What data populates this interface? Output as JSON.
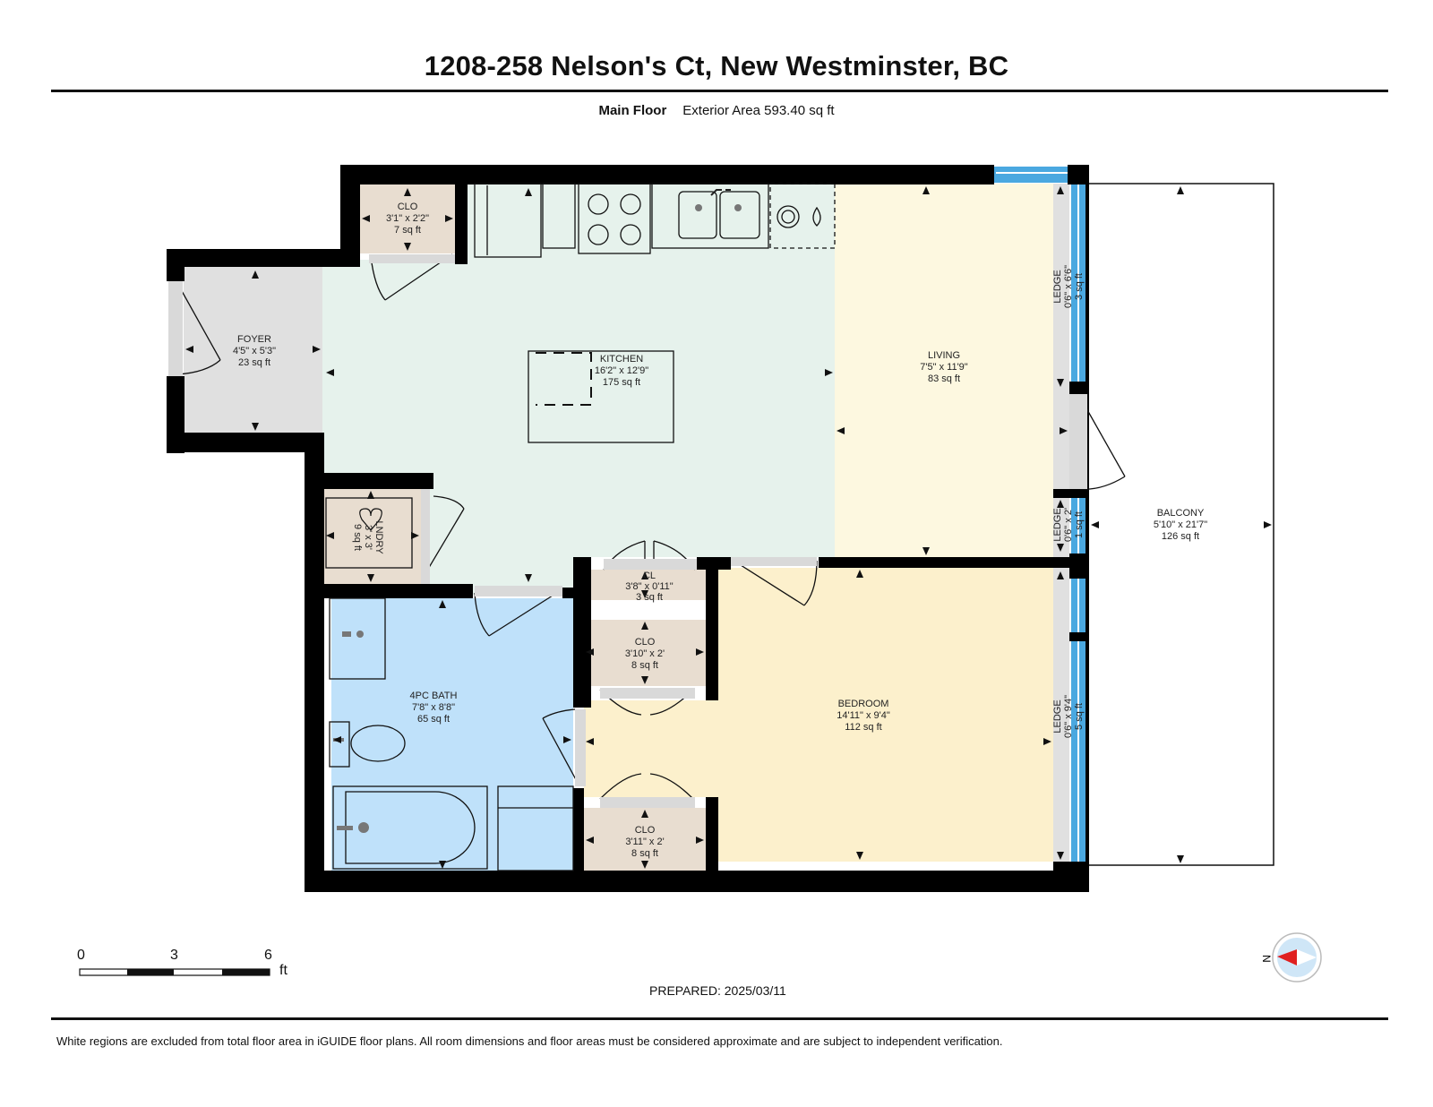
{
  "header": {
    "title": "1208-258 Nelson's Ct, New Westminster, BC",
    "floor": "Main Floor",
    "area": "Exterior Area 593.40 sq ft"
  },
  "rooms": {
    "clo_top": {
      "name": "CLO",
      "dims": "3'1\" x 2'2\"",
      "area": "7 sq ft"
    },
    "foyer": {
      "name": "FOYER",
      "dims": "4'5\" x 5'3\"",
      "area": "23 sq ft"
    },
    "kitchen": {
      "name": "KITCHEN",
      "dims": "16'2\" x 12'9\"",
      "area": "175 sq ft"
    },
    "living": {
      "name": "LIVING",
      "dims": "7'5\" x 11'9\"",
      "area": "83 sq ft"
    },
    "ledge1": {
      "name": "LEDGE",
      "dims": "0'6\" x 6'6\"",
      "area": "3 sq ft"
    },
    "ledge2": {
      "name": "LEDGE",
      "dims": "0'6\" x 2'",
      "area": "1 sq ft"
    },
    "ledge3": {
      "name": "LEDGE",
      "dims": "0'6\" x 9'4\"",
      "area": "5 sq ft"
    },
    "balcony": {
      "name": "BALCONY",
      "dims": "5'10\" x 21'7\"",
      "area": "126 sq ft"
    },
    "laundry": {
      "name": "LNDRY",
      "dims": "3' x 3'",
      "area": "9 sq ft"
    },
    "cl": {
      "name": "CL",
      "dims": "3'8\" x 0'11\"",
      "area": "3 sq ft"
    },
    "clo_mid": {
      "name": "CLO",
      "dims": "3'10\" x 2'",
      "area": "8 sq ft"
    },
    "bath": {
      "name": "4PC BATH",
      "dims": "7'8\" x 8'8\"",
      "area": "65 sq ft"
    },
    "bedroom": {
      "name": "BEDROOM",
      "dims": "14'11\" x 9'4\"",
      "area": "112 sq ft"
    },
    "clo_bot": {
      "name": "CLO",
      "dims": "3'11\" x 2'",
      "area": "8 sq ft"
    }
  },
  "colors": {
    "wall": "#000000",
    "kitchen": "#e6f2ec",
    "living": "#fdf8e0",
    "bedroom": "#fcf0cc",
    "bath": "#bfe1fa",
    "closet": "#e8ddd0",
    "foyer": "#e0e0e0",
    "window": "#4aa8e0"
  },
  "scale": {
    "n0": "0",
    "n3": "3",
    "n6": "6",
    "unit": "ft"
  },
  "compass": {
    "label": "N"
  },
  "footer": {
    "prepared": "PREPARED: 2025/03/11",
    "note": "White regions are excluded from total floor area in iGUIDE floor plans. All room dimensions and floor areas must be considered approximate and are subject to independent verification."
  }
}
